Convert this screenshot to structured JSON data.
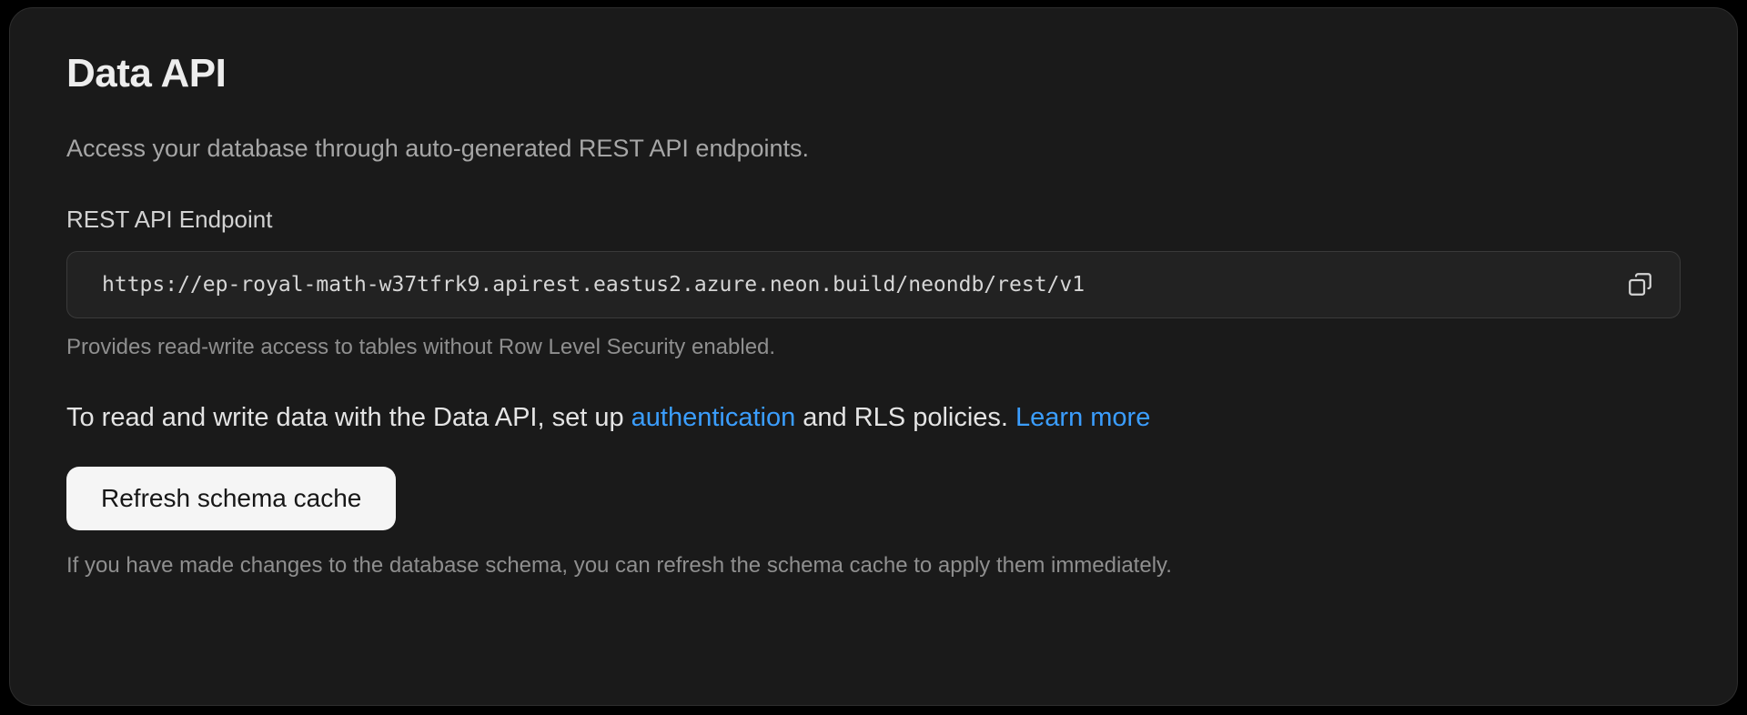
{
  "panel": {
    "title": "Data API",
    "description": "Access your database through auto-generated REST API endpoints."
  },
  "endpoint": {
    "label": "REST API Endpoint",
    "value": "https://ep-royal-math-w37tfrk9.apirest.eastus2.azure.neon.build/neondb/rest/v1",
    "helper": "Provides read-write access to tables without Row Level Security enabled.",
    "copy_icon": "copy-icon"
  },
  "auth_note": {
    "text_before": "To read and write data with the Data API, set up ",
    "authentication_link": "authentication",
    "text_middle": " and RLS policies. ",
    "learn_more_link": "Learn more"
  },
  "refresh": {
    "button_label": "Refresh schema cache",
    "helper": "If you have made changes to the database schema, you can refresh the schema cache to apply them immediately."
  },
  "colors": {
    "page_background": "#000000",
    "card_background": "#1a1a1a",
    "link": "#3b9eff",
    "button_background": "#f5f5f5",
    "button_text": "#171717"
  }
}
